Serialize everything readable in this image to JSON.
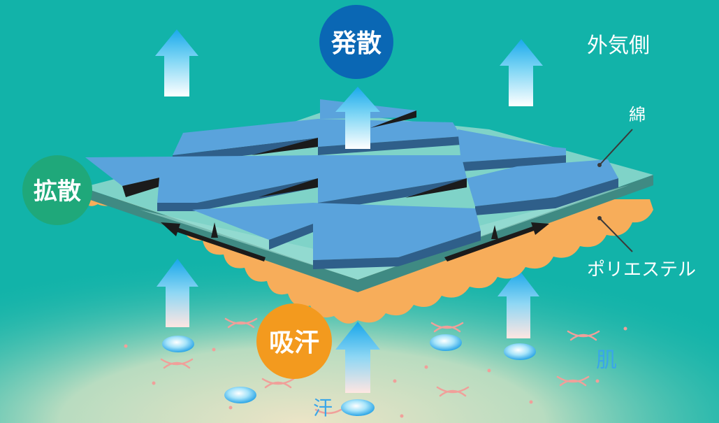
{
  "labels": {
    "evaporation": "発散",
    "diffusion": "拡散",
    "absorption": "吸汗",
    "outside": "外気側",
    "cotton": "綿",
    "polyester": "ポリエステル",
    "skin": "肌",
    "sweat": "汗"
  },
  "colors": {
    "background": "#12b3a9",
    "skin_glow": "#eae3c4",
    "tile": "#5aa3dc",
    "tile_edge": "#2f5f8a",
    "base_top": "#7fd3c8",
    "base_side": "#3f8a83",
    "scallop": "#f7ad5a",
    "evaporation_badge": "#0a67b4",
    "diffusion_badge": "#1fa87a",
    "absorption_badge": "#f39a1e",
    "hair": "#f0a09a"
  },
  "icons": [
    "up-arrow-icon",
    "sweat-droplet-icon",
    "skin-hair-icon",
    "wicking-arrow-icon"
  ]
}
